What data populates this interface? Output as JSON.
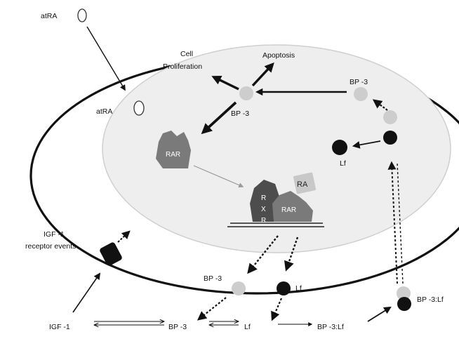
{
  "colors": {
    "cell_outline": "#111111",
    "nucleus_fill": "#eeeeee",
    "nucleus_outline": "#cfcfcf",
    "bp3": "#cdcdcd",
    "lf": "#111111",
    "rar": "#7a7a7a",
    "rxr": "#4d4d4d",
    "ra": "#c8c8c8"
  },
  "labels": {
    "atra_out": "atRA",
    "atra_in": "atRA",
    "cell_proliferation_1": "Cell",
    "cell_proliferation_2": "Proliferation",
    "apoptosis": "Apoptosis",
    "bp3_center": "BP -3",
    "bp3_top_right": "BP -3",
    "lf_right": "Lf",
    "rar_free": "RAR",
    "ra": "RA",
    "rxr_letters": [
      "R",
      "X",
      "R"
    ],
    "rar_bound": "RAR",
    "igf_receptor_1": "IGF -1",
    "igf_receptor_2": "receptor events",
    "bp3_lower": "BP -3",
    "lf_lower": "Lf",
    "igf1_bottom": "IGF -1",
    "bp3_bottom": "BP -3",
    "lf_bottom": "Lf",
    "bp3lf_bottom": "BP -3:Lf",
    "bp3lf_right": "BP -3:Lf"
  },
  "icons": {
    "atra_molecule": "oval-outline-icon",
    "bp3_protein": "light-grey-circle-icon",
    "lactoferrin": "black-circle-icon",
    "igf1_receptor": "receptor-icon"
  }
}
